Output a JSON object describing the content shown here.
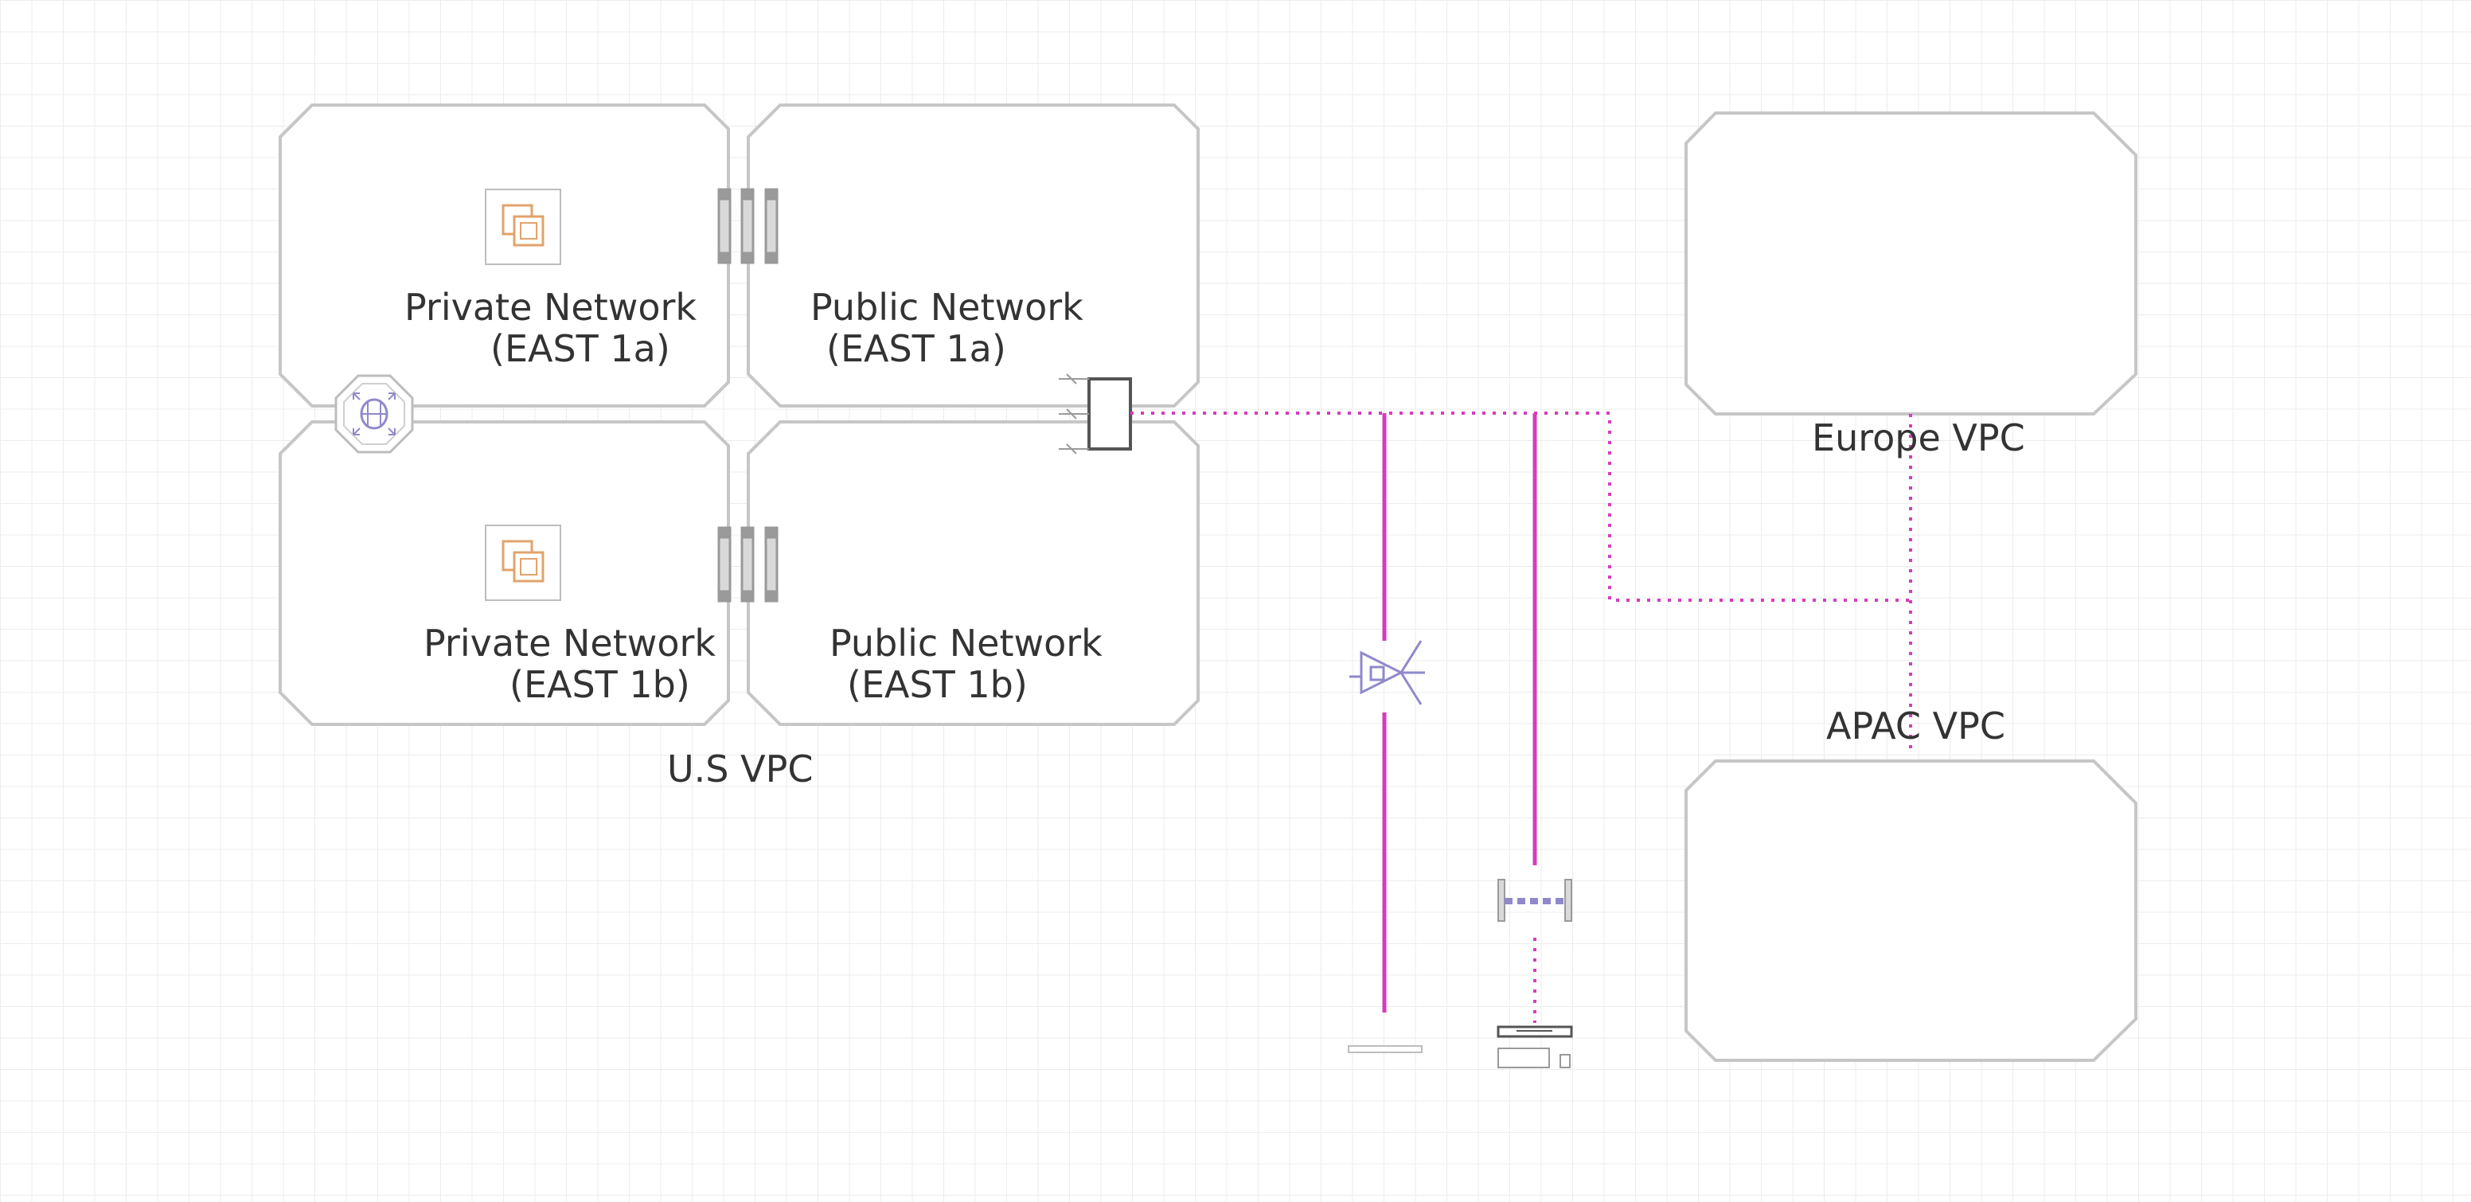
{
  "colors": {
    "canvas": "#ffffff",
    "grid": "#ececec",
    "container_stroke": "#c6c6c6",
    "connection": "#d63cbe",
    "icon_orange": "#e2a36b",
    "icon_purple": "#8f89cc",
    "gateway": "#555555",
    "text": "#333333"
  },
  "diagram": {
    "us_vpc": {
      "label": "U.S VPC"
    },
    "subnets": {
      "priv_1a": {
        "line1": "Private Network",
        "line2": "(EAST 1a)",
        "icon": "compute-instances-icon"
      },
      "pub_1a": {
        "line1": "Public Network",
        "line2": "(EAST 1a)"
      },
      "priv_1b": {
        "line1": "Private Network",
        "line2": "(EAST 1b)",
        "icon": "compute-instances-icon"
      },
      "pub_1b": {
        "line1": "Public Network",
        "line2": "(EAST 1b)"
      }
    },
    "europe_vpc": {
      "label": "Europe VPC"
    },
    "apac_vpc": {
      "label": "APAC VPC"
    },
    "icons": [
      "compute-instances-icon",
      "load-balancer-icon",
      "internet-gateway-icon",
      "router-icon",
      "vpn-gateway-icon",
      "customer-gateway-icon",
      "nat-gateway-icon"
    ]
  }
}
